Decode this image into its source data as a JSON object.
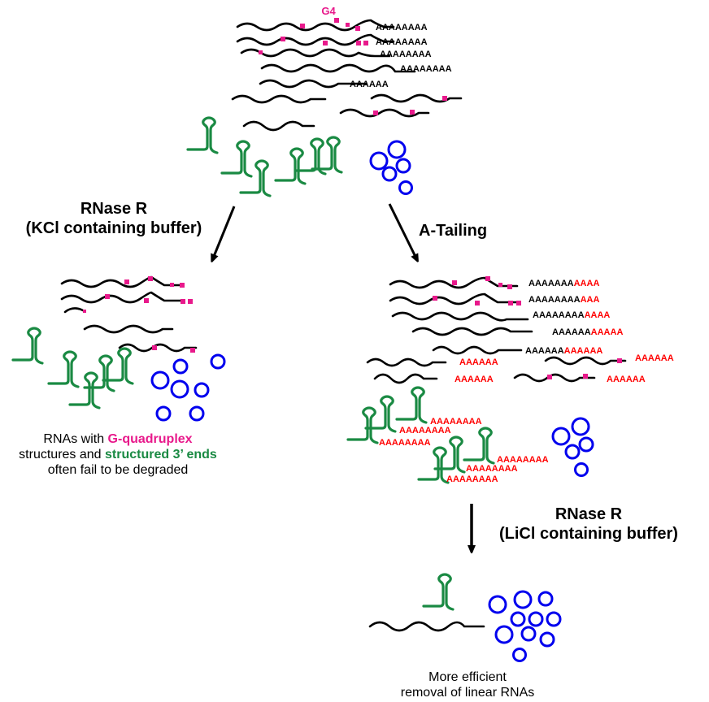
{
  "colors": {
    "rna_line": "#000000",
    "g4_marker": "#e8198b",
    "structured_rna": "#1a8a43",
    "circular_rna": "#0000ee",
    "original_polyA": "#000000",
    "added_polyA": "#ff0000"
  },
  "top_panel": {
    "g4_label": "G4",
    "polyA_tails": [
      "AAAAAAAA",
      "AAAAAAAA",
      "AAAAAAAA",
      "AAAAAAAA",
      "AAAAAA"
    ]
  },
  "left_branch": {
    "step_line1": "RNase R",
    "step_line2": "(KCl containing buffer)",
    "caption": {
      "part1": "RNAs with ",
      "g4_term": "G-quadruplex",
      "part2": "structures and ",
      "structured_term": "structured 3’ ends",
      "part3": "often fail to be degraded"
    }
  },
  "right_branch": {
    "step_label": "A-Tailing",
    "tails": [
      {
        "original": "AAAAAAA",
        "added": "AAAA"
      },
      {
        "original": "AAAAAAAA",
        "added": "AAA"
      },
      {
        "original": "AAAAAAAA",
        "added": "AAAA"
      },
      {
        "original": "AAAAAA",
        "added": "AAAAA"
      },
      {
        "original": "AAAAAA",
        "added": "AAAAAA"
      },
      {
        "original": "",
        "added": "AAAAAA"
      },
      {
        "original": "",
        "added": "AAAAAA"
      },
      {
        "original": "",
        "added": "AAAAAA"
      },
      {
        "original": "",
        "added": "AAAAAA"
      }
    ],
    "structured_tails": [
      "AAAAAAAA",
      "AAAAAAAA",
      "AAAAAAAA",
      "AAAAAAAA",
      "AAAAAAAA",
      "AAAAAAAA"
    ]
  },
  "bottom_step": {
    "step_line1": "RNase R",
    "step_line2": "(LiCl containing buffer)",
    "caption_line1": "More efficient",
    "caption_line2": "removal of linear RNAs"
  }
}
